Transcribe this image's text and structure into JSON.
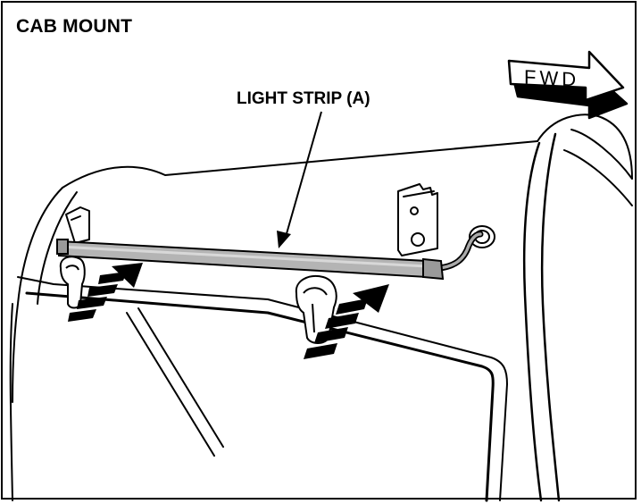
{
  "title": "CAB MOUNT",
  "callout": "LIGHT STRIP (A)",
  "direction": "FWD"
}
